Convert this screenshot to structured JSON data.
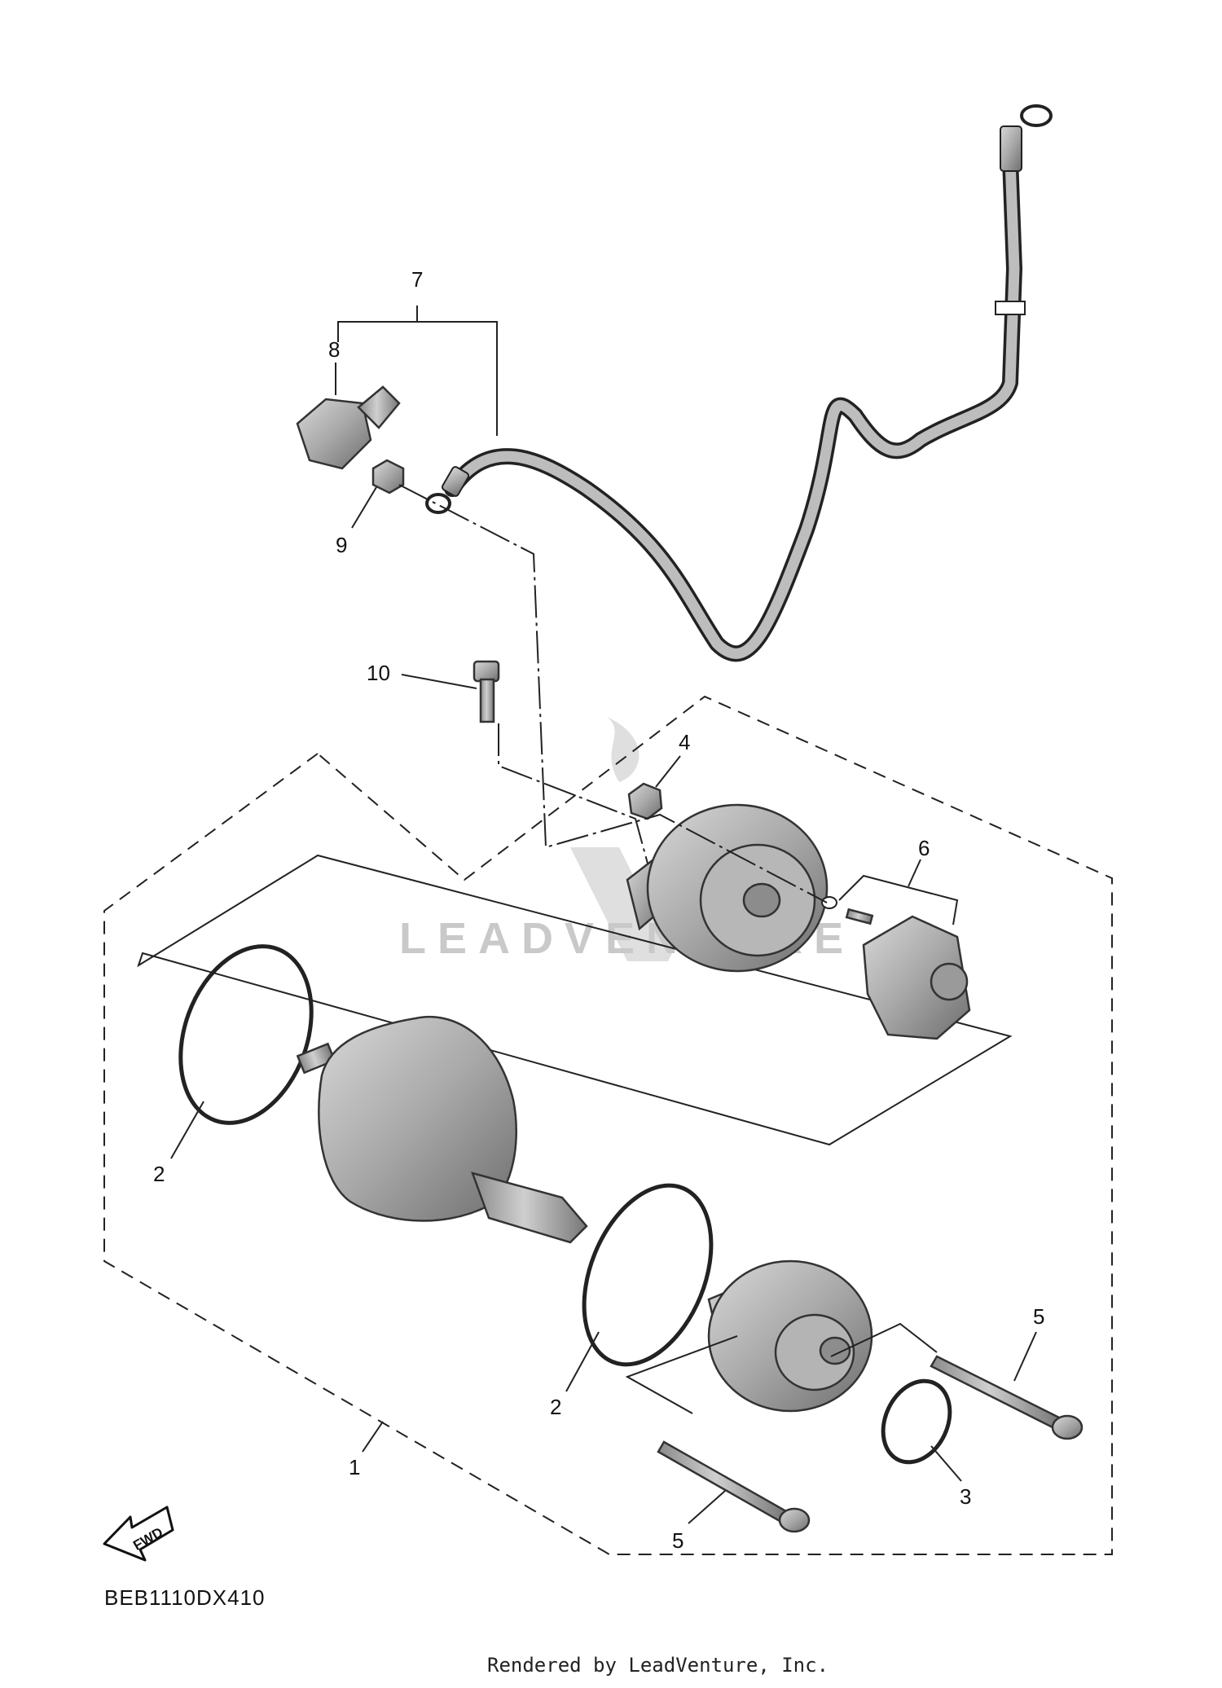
{
  "diagram": {
    "code": "BEB1110DX410",
    "footer": "Rendered by LeadVenture, Inc.",
    "watermark": "LEADVENTURE",
    "fwd_label": "FWD",
    "callouts": {
      "c1": "1",
      "c2a": "2",
      "c2b": "2",
      "c3": "3",
      "c4": "4",
      "c5a": "5",
      "c5b": "5",
      "c6": "6",
      "c7": "7",
      "c8": "8",
      "c9": "9",
      "c10": "10"
    }
  }
}
